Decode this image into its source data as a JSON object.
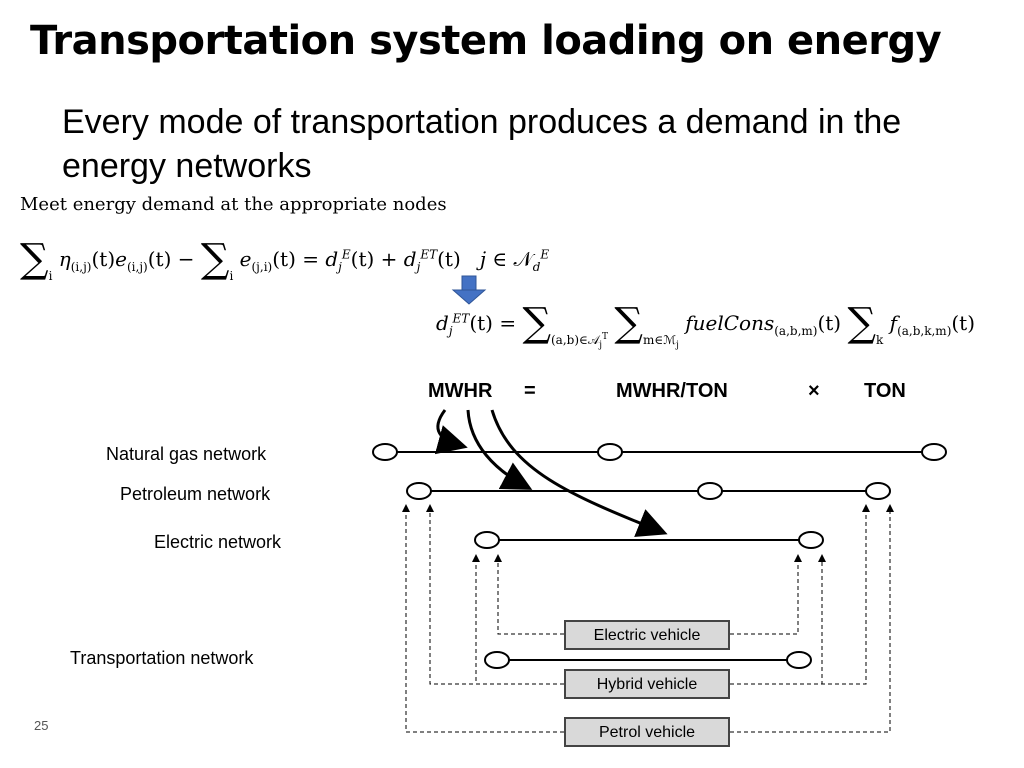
{
  "title": "Transportation system loading on energy",
  "subtitle": "Every mode of transportation produces a  demand in the energy networks",
  "constraint_note": "Meet energy demand at the appropriate nodes",
  "units": {
    "lhs": "MWHR",
    "equals": "=",
    "rate": "MWHR/TON",
    "times": "×",
    "amount": "TON"
  },
  "networks": {
    "natural_gas": "Natural gas network",
    "petroleum": "Petroleum network",
    "electric": "Electric network",
    "transportation": "Transportation network"
  },
  "vehicles": {
    "electric": "Electric vehicle",
    "hybrid": "Hybrid vehicle",
    "petrol": "Petrol vehicle"
  },
  "page_number": "25"
}
